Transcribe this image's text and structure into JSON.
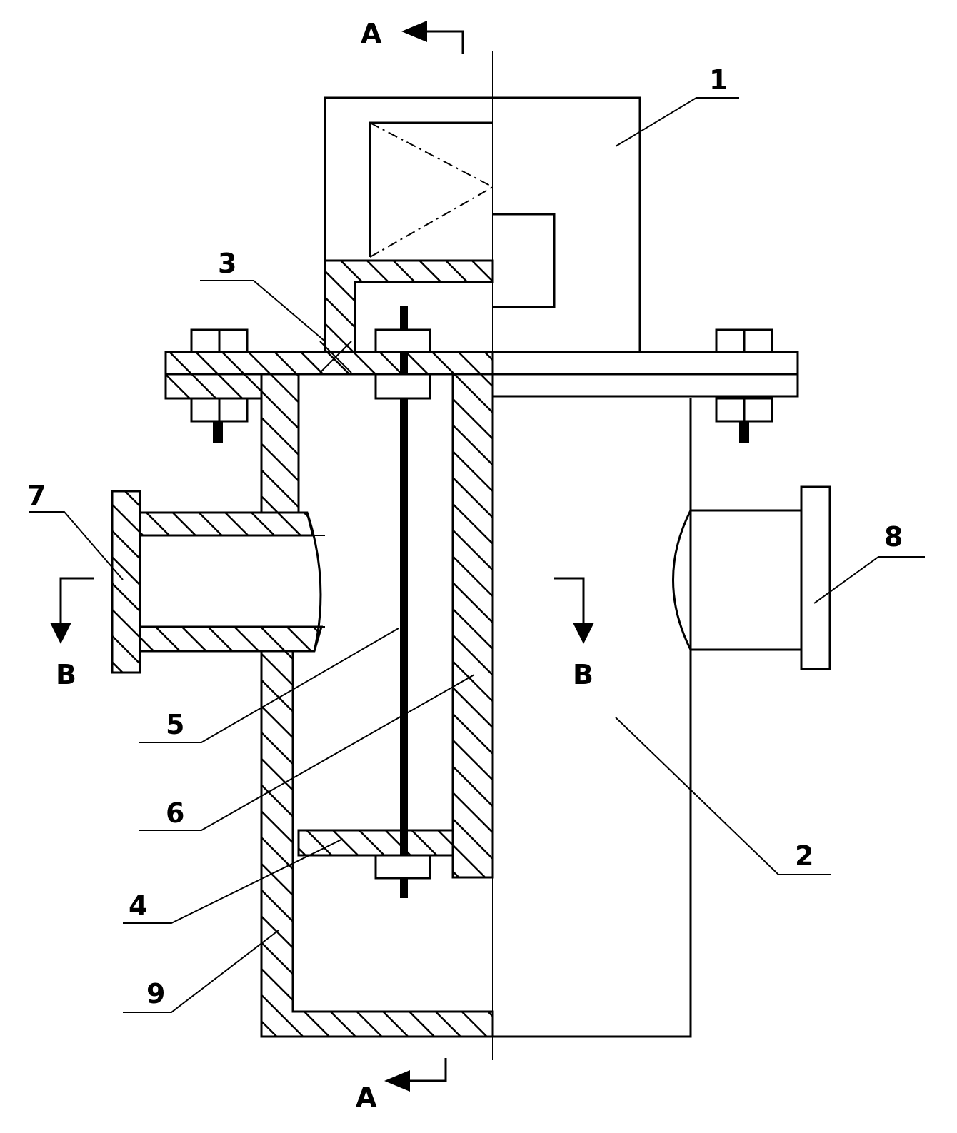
{
  "section_labels": {
    "a_top": "A",
    "a_bottom": "A",
    "b_left": "B",
    "b_right": "B"
  },
  "part_labels": {
    "p1": "1",
    "p2": "2",
    "p3": "3",
    "p4": "4",
    "p5": "5",
    "p6": "6",
    "p7": "7",
    "p8": "8",
    "p9": "9"
  },
  "colors": {
    "line": "#000000",
    "background": "#ffffff"
  }
}
